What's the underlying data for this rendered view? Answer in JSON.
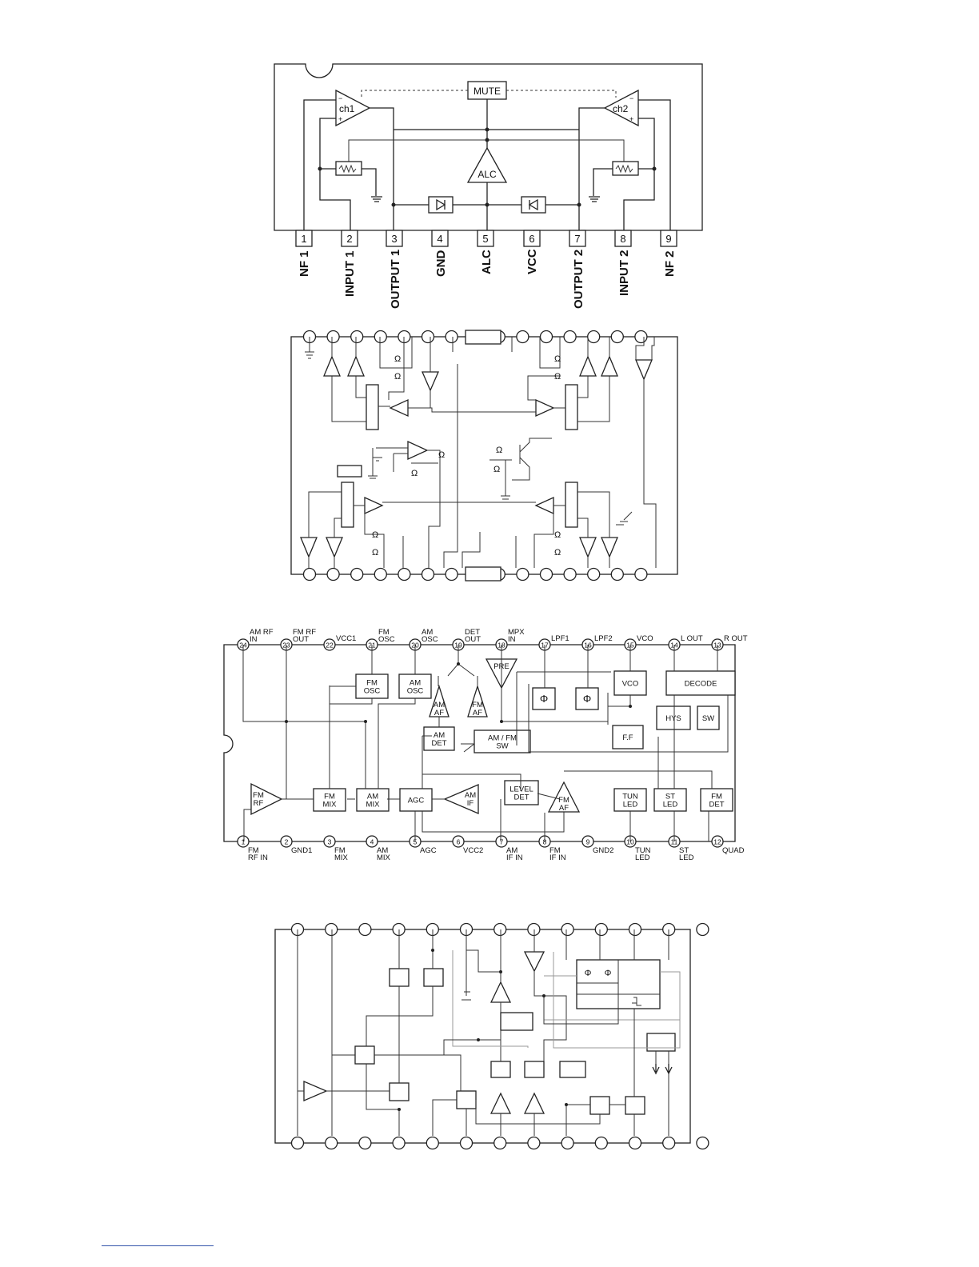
{
  "diagram1": {
    "blocks": {
      "mute": "MUTE",
      "ch1": "ch1",
      "ch2": "ch2",
      "alc": "ALC"
    },
    "pins": [
      {
        "num": "1",
        "name": "NF 1"
      },
      {
        "num": "2",
        "name": "INPUT 1"
      },
      {
        "num": "3",
        "name": "OUTPUT 1"
      },
      {
        "num": "4",
        "name": "GND"
      },
      {
        "num": "5",
        "name": "ALC"
      },
      {
        "num": "6",
        "name": "VCC"
      },
      {
        "num": "7",
        "name": "OUTPUT 2"
      },
      {
        "num": "8",
        "name": "INPUT 2"
      },
      {
        "num": "9",
        "name": "NF 2"
      }
    ]
  },
  "diagram2": {
    "omega": "Ω"
  },
  "diagram3": {
    "top_pins": [
      {
        "num": "24",
        "label": "AM RF\nIN"
      },
      {
        "num": "23",
        "label": "FM RF\nOUT"
      },
      {
        "num": "22",
        "label": "VCC1"
      },
      {
        "num": "21",
        "label": "FM\nOSC"
      },
      {
        "num": "20",
        "label": "AM\nOSC"
      },
      {
        "num": "19",
        "label": "DET\nOUT"
      },
      {
        "num": "18",
        "label": "MPX\nIN"
      },
      {
        "num": "17",
        "label": "LPF1"
      },
      {
        "num": "16",
        "label": "LPF2"
      },
      {
        "num": "15",
        "label": "VCO"
      },
      {
        "num": "14",
        "label": "L OUT"
      },
      {
        "num": "13",
        "label": "R OUT"
      }
    ],
    "bottom_pins": [
      {
        "num": "1",
        "label": "FM\nRF IN"
      },
      {
        "num": "2",
        "label": "GND1"
      },
      {
        "num": "3",
        "label": "FM\nMIX"
      },
      {
        "num": "4",
        "label": "AM\nMIX"
      },
      {
        "num": "5",
        "label": "AGC"
      },
      {
        "num": "6",
        "label": "VCC2"
      },
      {
        "num": "7",
        "label": "AM\nIF IN"
      },
      {
        "num": "8",
        "label": "FM\nIF IN"
      },
      {
        "num": "9",
        "label": "GND2"
      },
      {
        "num": "10",
        "label": "TUN\nLED"
      },
      {
        "num": "11",
        "label": "ST\nLED"
      },
      {
        "num": "12",
        "label": "QUAD"
      }
    ],
    "blocks": {
      "fm_osc": "FM\nOSC",
      "am_osc": "AM\nOSC",
      "pre": "PRE",
      "vco": "VCO",
      "decode": "DECODE",
      "am_af": "AM\nAF",
      "fm_af_top": "FM\nAF",
      "am_det": "AM\nDET",
      "am_fm_sw": "AM / FM\nSW",
      "hys": "HYS",
      "sw": "SW",
      "ff": "F.F",
      "fm_rf": "FM\nRF",
      "fm_mix": "FM\nMIX",
      "am_mix": "AM\nMIX",
      "agc": "AGC",
      "am_if": "AM\nIF",
      "level_det": "LEVEL\nDET",
      "fm_af_bot": "FM\nAF",
      "tun_led": "TUN\nLED",
      "st_led": "ST\nLED",
      "fm_det": "FM\nDET",
      "phi": "Φ"
    }
  },
  "diagram4": {
    "phi": "Φ"
  }
}
